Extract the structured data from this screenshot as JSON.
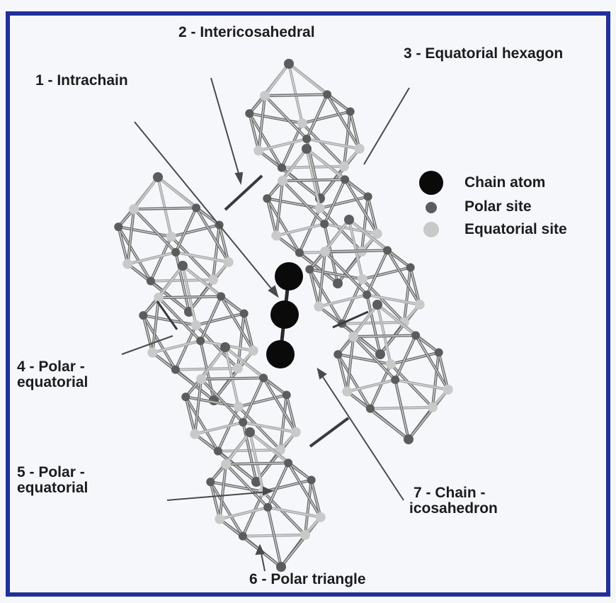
{
  "labels": {
    "intrachain": "1 -  Intrachain",
    "intericosahedral": "2 -  Intericosahedral",
    "equatorial_hexagon": "3 - Equatorial hexagon",
    "polar_equatorial_4": [
      "4 - Polar -",
      "equatorial"
    ],
    "polar_equatorial_5": [
      "5 - Polar -",
      "equatorial"
    ],
    "polar_triangle": "6 - Polar triangle",
    "chain_icosahedron": [
      "7 - Chain -",
      "icosahedron"
    ]
  },
  "legend": {
    "items": [
      {
        "label": "Chain atom",
        "color": "#0a0a0a"
      },
      {
        "label": "Polar site",
        "color": "#5c5c5c"
      },
      {
        "label": "Equatorial site",
        "color": "#c9c9c9"
      }
    ]
  },
  "colors": {
    "frame": "#1f2f9e",
    "bond": "#6e6e6e",
    "bond_light": "#a8a8a8",
    "pointer": "#4a4a4a"
  }
}
